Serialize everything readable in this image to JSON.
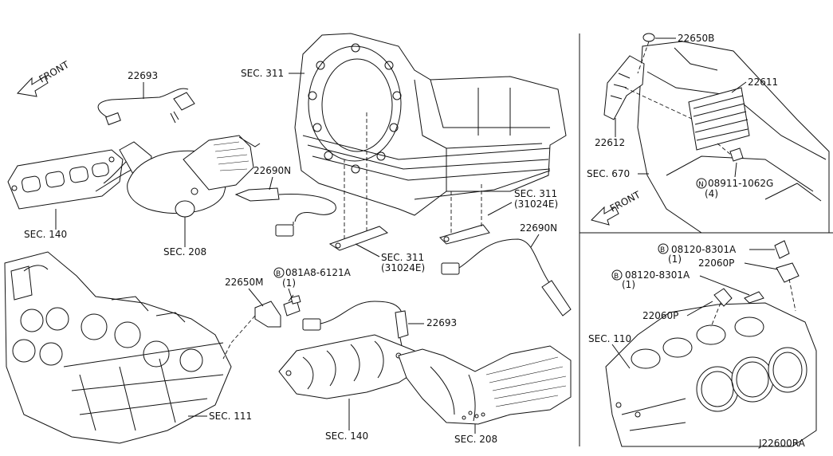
{
  "labels": {
    "front_left": "FRONT",
    "front_right": "FRONT",
    "p22693_top": "22693",
    "p22693_mid": "22693",
    "p22690n_top": "22690N",
    "p22690n_right": "22690N",
    "sec311_top": "SEC. 311",
    "sec311_right": "SEC. 311",
    "sec311_right_sub": "(31024E)",
    "sec311_mid": "SEC. 311",
    "sec311_mid_sub": "(31024E)",
    "sec140_left": "SEC. 140",
    "sec140_bottom": "SEC. 140",
    "sec208_left": "SEC. 208",
    "sec208_bottom": "SEC. 208",
    "p22650m": "22650M",
    "bolt_081a8": "081A8-6121A",
    "bolt_081a8_qty": "(1)",
    "sec111": "SEC. 111",
    "p22650b": "22650B",
    "p22611": "22611",
    "p22612": "22612",
    "sec670": "SEC. 670",
    "nut_08911": "08911-1062G",
    "nut_08911_qty": "(4)",
    "bolt_08120_a": "08120-8301A",
    "bolt_08120_a_qty": "(1)",
    "bolt_08120_b": "08120-8301A",
    "bolt_08120_b_qty": "(1)",
    "p22060p_a": "22060P",
    "p22060p_b": "22060P",
    "sec110": "SEC. 110",
    "diagram_id": "J22600RA",
    "marker_b": "B",
    "marker_n": "N"
  },
  "icons": {
    "front_arrow": "front-arrow-icon",
    "bolt_marker": "circle-b-marker-icon",
    "nut_marker": "circle-n-marker-icon"
  },
  "colors": {
    "line": "#111111",
    "background": "#ffffff"
  }
}
